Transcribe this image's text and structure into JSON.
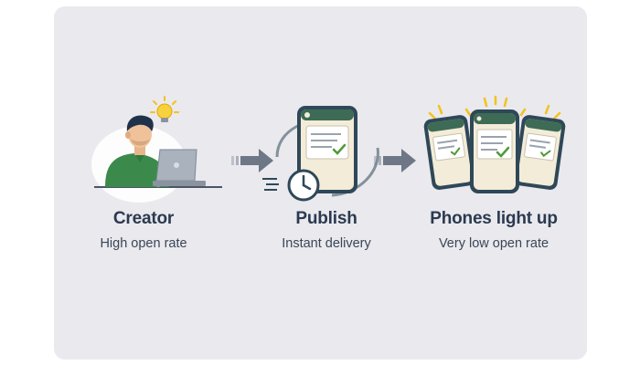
{
  "stages": [
    {
      "title": "Creator",
      "subtitle": "High open rate"
    },
    {
      "title": "Publish",
      "subtitle": "Instant delivery"
    },
    {
      "title": "Phones light up",
      "subtitle": "Very low open rate"
    }
  ],
  "colors": {
    "card_background": "#e9e9ee",
    "title_text": "#2b3a4f",
    "subtitle_text": "#3b4656",
    "phone_body": "#2f4858",
    "phone_screen_header": "#3d6b55",
    "check_green": "#4f9a3a",
    "glow_yellow": "#f4c21c",
    "arrow_gray": "#6d7786",
    "shirt_green": "#3b8a4b"
  },
  "icons": [
    "person-at-laptop-icon",
    "lightbulb-icon",
    "phone-icon",
    "clock-icon",
    "arrow-right-icon"
  ]
}
